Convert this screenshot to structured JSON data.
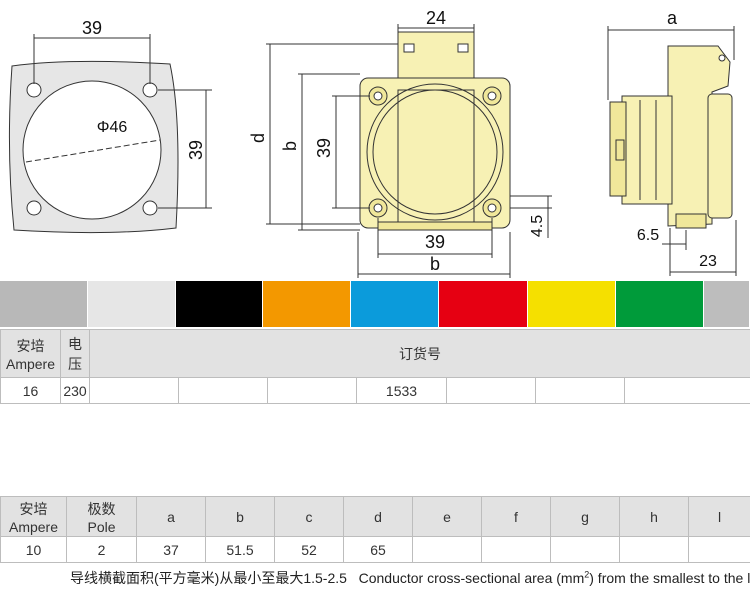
{
  "drawing": {
    "left_view": {
      "dim_top": "39",
      "dim_right": "39",
      "diameter": "Φ46"
    },
    "front_view": {
      "dim_top": "24",
      "dim_d": "d",
      "dim_b_side": "b",
      "dim_39_side": "39",
      "dim_bottom_39": "39",
      "dim_bottom_b": "b",
      "dim_4_5": "4.5"
    },
    "side_view": {
      "dim_a": "a",
      "dim_6_5": "6.5",
      "dim_23": "23"
    }
  },
  "colors": [
    "#b8b8b8",
    "#e6e6e6",
    "#000000",
    "#f39800",
    "#0b9bdb",
    "#e60012",
    "#f5e000",
    "#009b3a",
    "#bdbdbd"
  ],
  "table1": {
    "col1_header": [
      "安培",
      "Ampere"
    ],
    "col2_header": [
      "电",
      "压"
    ],
    "order_header": "订货号",
    "row": {
      "ampere": "16",
      "voltage": "230",
      "order_no": "1533"
    }
  },
  "table2": {
    "headers": [
      [
        "安培",
        "Ampere"
      ],
      [
        "极数",
        "Pole"
      ],
      [
        "a"
      ],
      [
        "b"
      ],
      [
        "c"
      ],
      [
        "d"
      ],
      [
        "e"
      ],
      [
        "f"
      ],
      [
        "g"
      ],
      [
        "h"
      ],
      [
        "l"
      ]
    ],
    "row": [
      "10",
      "2",
      "37",
      "51.5",
      "52",
      "65",
      "",
      "",
      "",
      "",
      ""
    ]
  },
  "footnote": {
    "cn": "导线横截面积(平方毫米)从最小至最大1.5-2.5",
    "en_pre": "Conductor cross-sectional area (mm",
    "en_sup": "2",
    "en_post": ") from the smallest to the larg"
  }
}
